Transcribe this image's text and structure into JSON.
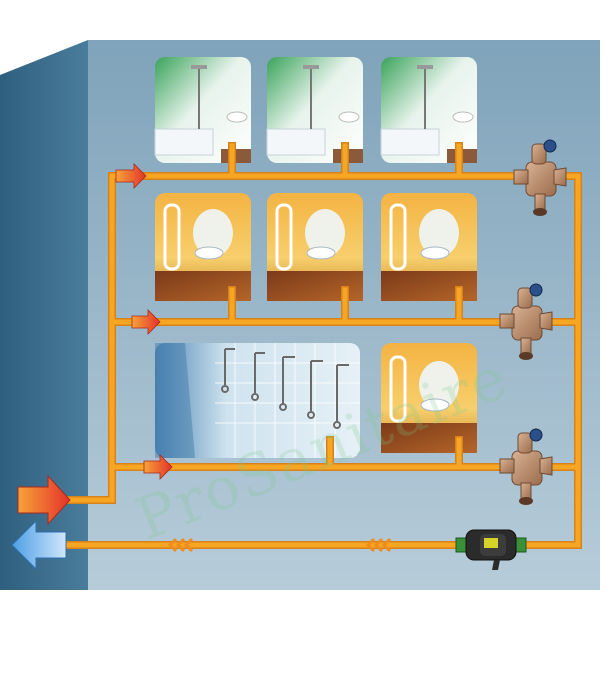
{
  "watermark": "ProSanitaire",
  "colors": {
    "hot_pipe": "#f6a623",
    "hot_pipe_edge": "#d8831a",
    "wall_front": "#9bb7c9",
    "wall_side": "#3f7190",
    "supply_arrow": "#e8402a",
    "return_arrow": "#5aa8e8",
    "valve": "#b88a6a",
    "pump": "#2b2b2b",
    "pump_accent": "#3a8f3a"
  },
  "floors": [
    {
      "level": 1,
      "rooms": [
        "bathroom-with-tub",
        "bathroom-with-tub",
        "bathroom-with-tub"
      ]
    },
    {
      "level": 2,
      "rooms": [
        "washroom-with-sink",
        "washroom-with-sink",
        "washroom-with-sink"
      ]
    },
    {
      "level": 3,
      "rooms": [
        "shower-room-with-five-showers",
        "washroom-with-sink"
      ]
    }
  ],
  "components": {
    "supply_inlet": "hot-water-supply-arrow",
    "return_outlet": "hot-water-return-arrow",
    "balancing_valves": 3,
    "circulation_pump": "recirculation-pump"
  }
}
